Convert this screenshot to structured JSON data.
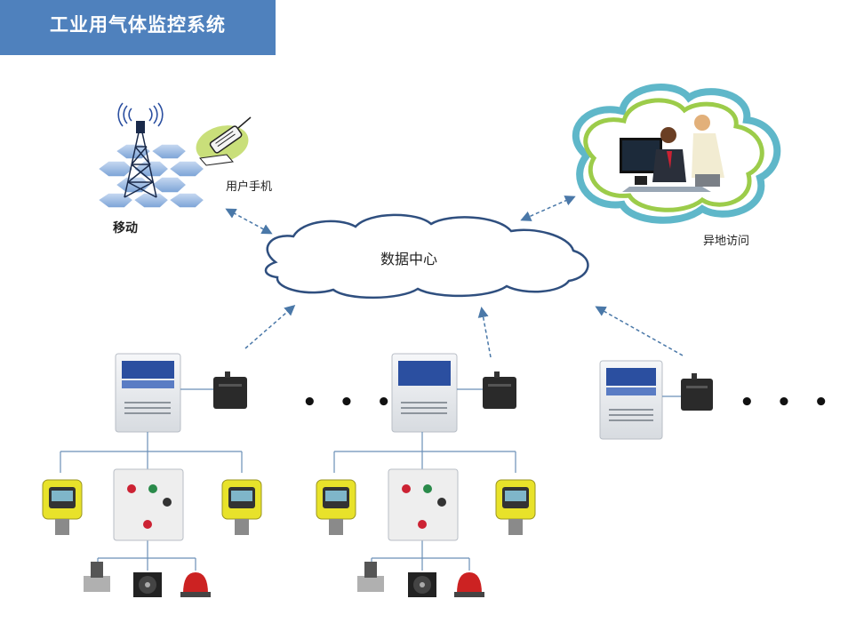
{
  "header": {
    "title": "工业用气体监控系统"
  },
  "nodes": {
    "mobile": "移动",
    "user_phone": "用户手机",
    "data_center": "数据中心",
    "remote_access": "异地访问"
  },
  "ellipsis": "• • •",
  "colors": {
    "title_bar": "#4f81bd",
    "cloud_outline": "#2f4f7f",
    "remote_cloud_outer": "#5fb7c9",
    "remote_cloud_inner": "#9ccc4a",
    "arrow": "#4a78a8",
    "line": "#6a8fb8",
    "detector_yellow": "#e8e22a",
    "controller_panel": "#2b4fa0",
    "alarm_red": "#cc2222"
  }
}
